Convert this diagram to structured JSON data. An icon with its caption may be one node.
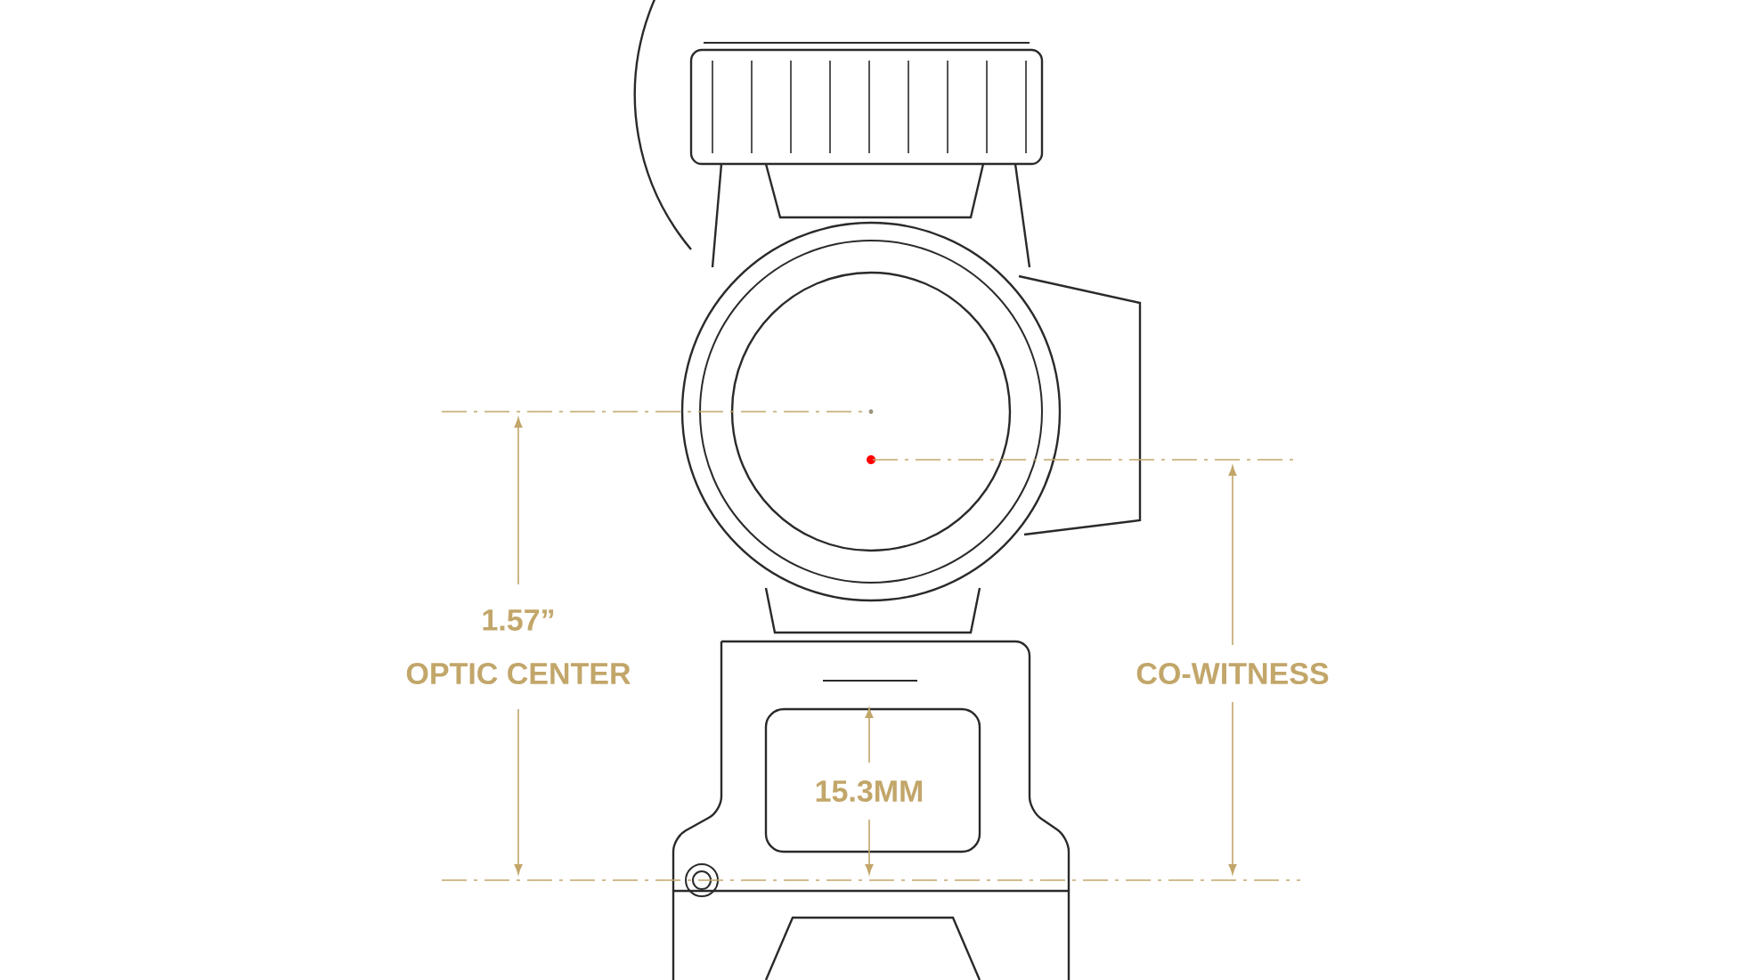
{
  "diagram": {
    "labels": [
      "1.57”",
      "OPTIC CENTER",
      "CO-WITNESS",
      "15.3MM"
    ]
  }
}
